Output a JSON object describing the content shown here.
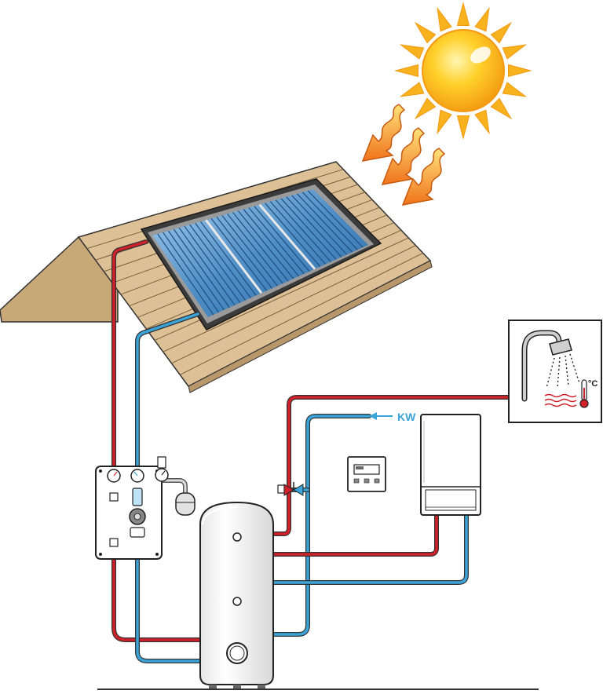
{
  "diagram": {
    "labels": {
      "cold_water": "KW",
      "temperature_unit": "°C"
    },
    "colors": {
      "hot_pipe": "#d0202a",
      "cold_pipe": "#3aa3d8",
      "sun_core": "#ffc11a",
      "sun_rays": "#f7a81b",
      "heat_arrows": "#f08a1c",
      "roof_wood": "#ddc095",
      "collector_glass": "#5f9ed0",
      "outline": "#222222"
    },
    "components": {
      "sun": "sun-icon",
      "collector": "solar-collector",
      "pump_station": "solar-pump-station",
      "expansion_vessel": "expansion-vessel",
      "storage_tank": "hot-water-storage-tank",
      "controller": "solar-controller",
      "boiler": "wall-mounted-boiler",
      "outlet": "hot-water-tap-icon",
      "thermometer": "thermometer-icon"
    }
  }
}
